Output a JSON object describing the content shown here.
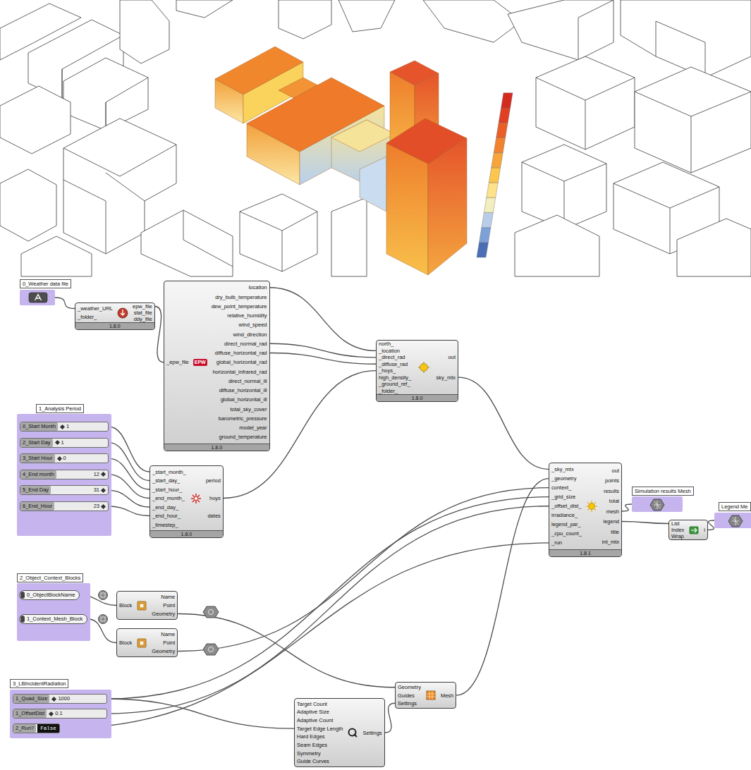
{
  "diagram": {
    "nodes": [
      {
        "text": [
          "0_Weather data file"
        ]
      },
      {
        "text": [
          "_weather_URL",
          "_folder_",
          "epw_file",
          "stat_file",
          "ddy_file",
          "1.8.0"
        ]
      },
      {
        "text": [
          "_epw_file",
          "EPW",
          "location",
          "dry_bulb_temperature",
          "dew_point_temperature",
          "relative_humidity",
          "wind_speed",
          "wind_direction",
          "direct_normal_rad",
          "diffuse_horizontal_rad",
          "global_horizontal_rad",
          "horizontal_infrared_rad",
          "direct_normal_ill",
          "diffuse_horizontal_ill",
          "global_horizontal_ill",
          "total_sky_cover",
          "barometric_pressure",
          "model_year",
          "ground_temperature",
          "1.8.0"
        ]
      },
      {
        "text": [
          "north_",
          "_location",
          "_direct_rad",
          "_diffuse_rad",
          "_hoys_",
          "high_density_",
          "_ground_ref_",
          "_folder_",
          "out",
          "sky_mtx",
          "1.8.0"
        ]
      },
      {
        "text": [
          "1_Analysis Period"
        ]
      },
      {
        "text": [
          "0_Start Month",
          "1"
        ],
        "in": 4
      },
      {
        "text": [
          "2_Start Day",
          "1"
        ],
        "in": 4
      },
      {
        "text": [
          "3_Start Hour",
          "0"
        ],
        "in": 4
      },
      {
        "text": [
          "4_End month",
          "12"
        ],
        "in": 4
      },
      {
        "text": [
          "5_End Day",
          "31"
        ],
        "in": 4
      },
      {
        "text": [
          "6_End_Hour",
          "23"
        ],
        "in": 4
      },
      {
        "text": [
          "_start_month_",
          "_start_day_",
          "_start_hour_",
          "_end_month_",
          "_end_day_",
          "_end_hour_",
          "_timestep_",
          "period",
          "hoys",
          "dates",
          "1.8.0"
        ]
      },
      {
        "text": [
          "_sky_mtx",
          "_geometry",
          "context_",
          "_grid_size",
          "_offset_dist_",
          "irradiance_",
          "legend_par_",
          "_cpu_count_",
          "_run",
          "out",
          "points",
          "results",
          "total",
          "mesh",
          "legend",
          "title",
          "int_mtx",
          "1.8.1"
        ]
      },
      {
        "text": [
          "Simulation results Mesh"
        ]
      },
      {
        "text": [
          "List",
          "Index",
          "Wrap",
          "i"
        ]
      },
      {
        "text": [
          "Legend Me"
        ]
      },
      {
        "text": [
          "2_Object_Context_Blocks"
        ]
      },
      {
        "text": [
          "0_ObjectBlockName"
        ],
        "in": 16
      },
      {
        "text": [
          "1_Context_Mesh_Block"
        ],
        "in": 16
      },
      {
        "text": [
          "Block",
          "Name",
          "Point",
          "Geometry"
        ]
      },
      {
        "text": [
          "Block",
          "Name",
          "Point",
          "Geometry"
        ]
      },
      {
        "text": [
          "3_LBIncidentRadiation"
        ]
      },
      {
        "text": [
          "1_Quad_Size",
          "1000"
        ],
        "in": 21
      },
      {
        "text": [
          "1_OffsetDist",
          "0.1"
        ],
        "in": 21
      },
      {
        "text": [
          "2_Run?",
          "False"
        ],
        "in": 21
      },
      {
        "text": [
          "Target Count",
          "Adaptive Size",
          "Adaptive Count",
          "Target Edge Length",
          "Hard Edges",
          "Seam Edges",
          "Symmetry",
          "Guide Curves",
          "Settings"
        ]
      },
      {
        "text": [
          "Geometry",
          "Guides",
          "Settings",
          "Mesh"
        ]
      }
    ],
    "edges": [
      {
        "from": 0,
        "to": 1,
        "arrow": "none"
      },
      {
        "from": 1,
        "to": 2,
        "arrow": "none"
      },
      {
        "from": 2,
        "to": 3,
        "arrow": "none"
      },
      {
        "from": 2,
        "to": 3,
        "arrow": "none"
      },
      {
        "from": 2,
        "to": 3,
        "arrow": "none"
      },
      {
        "from": 11,
        "to": 3,
        "arrow": "none"
      },
      {
        "from": 5,
        "to": 11,
        "arrow": "none"
      },
      {
        "from": 6,
        "to": 11,
        "arrow": "none"
      },
      {
        "from": 7,
        "to": 11,
        "arrow": "none"
      },
      {
        "from": 8,
        "to": 11,
        "arrow": "none"
      },
      {
        "from": 9,
        "to": 11,
        "arrow": "none"
      },
      {
        "from": 10,
        "to": 11,
        "arrow": "none"
      },
      {
        "from": 3,
        "to": 12,
        "arrow": "none"
      },
      {
        "from": 12,
        "to": 13,
        "arrow": "none"
      },
      {
        "from": 12,
        "to": 14,
        "arrow": "none"
      },
      {
        "from": 14,
        "to": 15,
        "arrow": "none"
      },
      {
        "from": 17,
        "to": 19,
        "arrow": "none"
      },
      {
        "from": 18,
        "to": 20,
        "arrow": "none"
      },
      {
        "from": 19,
        "to": 26,
        "arrow": "none"
      },
      {
        "from": 20,
        "to": 12,
        "arrow": "none"
      },
      {
        "from": 26,
        "to": 12,
        "arrow": "none"
      },
      {
        "from": 22,
        "to": 12,
        "arrow": "none"
      },
      {
        "from": 22,
        "to": 25,
        "arrow": "none"
      },
      {
        "from": 23,
        "to": 12,
        "arrow": "none"
      },
      {
        "from": 24,
        "to": 12,
        "arrow": "none"
      },
      {
        "from": 25,
        "to": 26,
        "arrow": "none"
      }
    ]
  }
}
